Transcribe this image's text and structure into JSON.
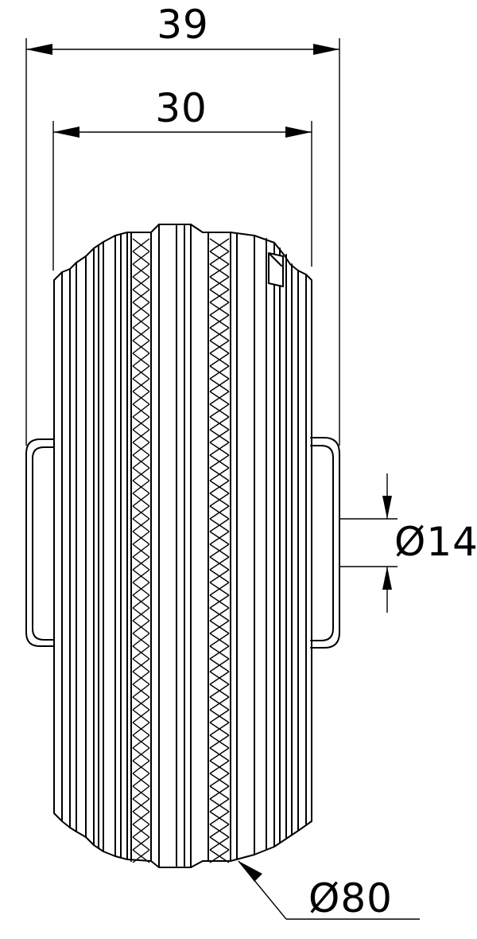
{
  "dimensions": {
    "overall_width": "39",
    "tyre_width": "30",
    "bore_diameter": "Ø14",
    "wheel_diameter": "Ø80"
  },
  "colors": {
    "line": "#000000",
    "background": "#ffffff"
  }
}
